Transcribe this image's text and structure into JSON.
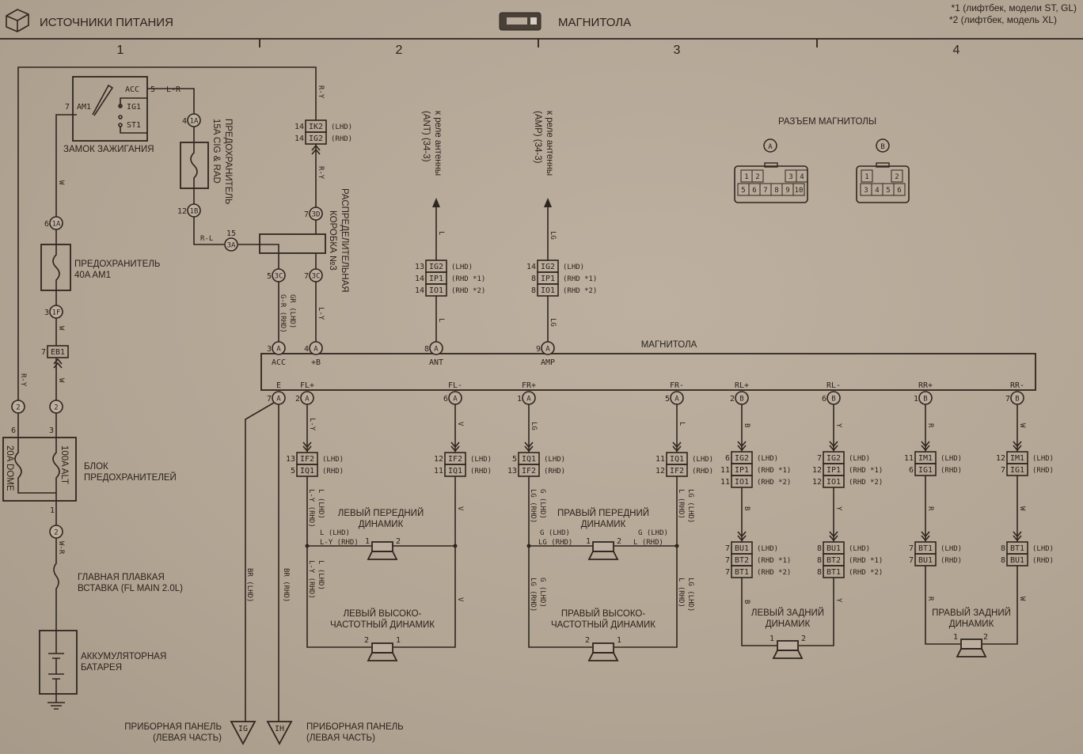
{
  "header": {
    "left_title": "ИСТОЧНИКИ ПИТАНИЯ",
    "center_title": "МАГНИТОЛА",
    "note1": "*1 (лифтбек, модели ST, GL)",
    "note2": "*2 (лифтбек, модель XL)",
    "columns": [
      "1",
      "2",
      "3",
      "4"
    ]
  },
  "labels": {
    "ign_switch": "ЗАМОК ЗАЖИГАНИЯ",
    "sw_acc": "ACC",
    "sw_ig1": "IG1",
    "sw_st1": "ST1",
    "sw_am1": "AM1",
    "sw_pin7": "7",
    "sw_pin5": "5",
    "fuse_am1_1": "ПРЕДОХРАНИТЕЛЬ",
    "fuse_am1_2": "40A AM1",
    "fuse_cig_1": "ПРЕДОХРАНИТЕЛЬ",
    "fuse_cig_2": "15A CIG & RAD",
    "jb_1": "РАСПРЕДЕЛИТЕЛЬНАЯ",
    "jb_2": "КОРОБКА №3",
    "fb_1": "БЛОК",
    "fb_2": "ПРЕДОХРАНИТЕЛЕЙ",
    "fb_dome": "20A DOME",
    "fb_alt": "100A ALT",
    "fb_pin1": "1",
    "fb_pin6": "6",
    "fb_pin3": "3",
    "fl_1": "ГЛАВНАЯ ПЛАВКАЯ",
    "fl_2": "ВСТАВКА (FL MAIN 2.0L)",
    "bat_1": "АККУМУЛЯТОРНАЯ",
    "bat_2": "БАТАРЕЯ",
    "ant_1": "к реле антенны",
    "ant_2": "(ANT) (34-3)",
    "amp_1": "к реле антенны",
    "amp_2": "(AMP) (34-3)",
    "radio": "МАГНИТОЛА",
    "radio_conn": "РАЗЪЕМ МАГНИТОЛЫ",
    "t_acc": "ACC",
    "t_b": "+B",
    "t_ant": "ANT",
    "t_amp": "AMP",
    "t_e": "E",
    "t_flp": "FL+",
    "t_flm": "FL-",
    "t_frp": "FR+",
    "t_frm": "FR-",
    "t_rlp": "RL+",
    "t_rlm": "RL-",
    "t_rrp": "RR+",
    "t_rrm": "RR-",
    "flspk_1": "ЛЕВЫЙ ПЕРЕДНИЙ",
    "flspk_2": "ДИНАМИК",
    "fltw_1": "ЛЕВЫЙ ВЫСОКО-",
    "fltw_2": "ЧАСТОТНЫЙ ДИНАМИК",
    "frspk_1": "ПРАВЫЙ ПЕРЕДНИЙ",
    "frspk_2": "ДИНАМИК",
    "frtw_1": "ПРАВЫЙ ВЫСОКО-",
    "frtw_2": "ЧАСТОТНЫЙ ДИНАМИК",
    "rl_1": "ЛЕВЫЙ ЗАДНИЙ",
    "rl_2": "ДИНАМИК",
    "rr_1": "ПРАВЫЙ ЗАДНИЙ",
    "rr_2": "ДИНАМИК",
    "p1": "1",
    "p2": "2",
    "gnd_1": "ПРИБОРНАЯ ПАНЕЛЬ",
    "gnd_2": "(ЛЕВАЯ ЧАСТЬ)",
    "gnd_ig": "IG",
    "gnd_ih": "IH"
  },
  "wires": {
    "ry": "R-Y",
    "w": "W",
    "wr": "W-R",
    "lr": "L-R",
    "rl": "R-L",
    "gr_lhd": "GR (LHD)",
    "gr_rhd": "G-R (RHD)",
    "ly": "L-Y",
    "l": "L",
    "lg": "LG",
    "v": "V",
    "l_lhd": "L (LHD)",
    "ly_rhd": "L-Y (RHD)",
    "g_lhd": "G (LHD)",
    "lg_rhd": "LG (RHD)",
    "lg_lhd": "LG (LHD)",
    "l_rhd": "L (RHD)",
    "b": "B",
    "y": "Y",
    "r": "R",
    "br_lhd": "BR (LHD)",
    "br_rhd": "BR (RHD)"
  },
  "connectors": {
    "c1a_acc": {
      "pin": "4",
      "id": "1A"
    },
    "c1b": {
      "pin": "12",
      "id": "1B"
    },
    "c3a": {
      "pin": "15",
      "id": "3A"
    },
    "c3d": {
      "pin": "7",
      "id": "3D"
    },
    "c3c_5": {
      "pin": "5",
      "id": "3C"
    },
    "c3c_7": {
      "pin": "7",
      "id": "3C"
    },
    "c1a_am": {
      "pin": "6",
      "id": "1A"
    },
    "c1f": {
      "pin": "3",
      "id": "1F"
    },
    "c2_dome": {
      "id": "2"
    },
    "c2_alt": {
      "id": "2"
    },
    "c2_fl": {
      "id": "2"
    },
    "a_acc": {
      "pin": "3",
      "id": "A"
    },
    "a_b": {
      "pin": "4",
      "id": "A"
    },
    "a_ant": {
      "pin": "8",
      "id": "A"
    },
    "a_amp": {
      "pin": "9",
      "id": "A"
    },
    "a_e": {
      "pin": "7",
      "id": "A"
    },
    "a_flp": {
      "pin": "2",
      "id": "A"
    },
    "a_flm": {
      "pin": "6",
      "id": "A"
    },
    "a_frp": {
      "pin": "1",
      "id": "A"
    },
    "a_frm": {
      "pin": "5",
      "id": "A"
    },
    "b_rlp": {
      "pin": "2",
      "id": "B"
    },
    "b_rlm": {
      "pin": "6",
      "id": "B"
    },
    "b_rrp": {
      "pin": "1",
      "id": "B"
    },
    "b_rrm": {
      "pin": "7",
      "id": "B"
    }
  },
  "stacks": {
    "ik": [
      {
        "pin": "14",
        "code": "IK2",
        "note": "(LHD)"
      },
      {
        "pin": "14",
        "code": "IG2",
        "note": "(RHD)"
      }
    ],
    "eb1": [
      {
        "pin": "7",
        "code": "EB1"
      }
    ],
    "ant": [
      {
        "pin": "13",
        "code": "IG2",
        "note": "(LHD)"
      },
      {
        "pin": "14",
        "code": "IP1",
        "note": "(RHD *1)"
      },
      {
        "pin": "14",
        "code": "IO1",
        "note": "(RHD *2)"
      }
    ],
    "amp": [
      {
        "pin": "14",
        "code": "IG2",
        "note": "(LHD)"
      },
      {
        "pin": "8",
        "code": "IP1",
        "note": "(RHD *1)"
      },
      {
        "pin": "8",
        "code": "IO1",
        "note": "(RHD *2)"
      }
    ],
    "flp": [
      {
        "pin": "13",
        "code": "IF2",
        "note": "(LHD)"
      },
      {
        "pin": "5",
        "code": "IQ1",
        "note": "(RHD)"
      }
    ],
    "flm": [
      {
        "pin": "12",
        "code": "IF2",
        "note": "(LHD)"
      },
      {
        "pin": "11",
        "code": "IQ1",
        "note": "(RHD)"
      }
    ],
    "frp": [
      {
        "pin": "5",
        "code": "IQ1",
        "note": "(LHD)"
      },
      {
        "pin": "13",
        "code": "IF2",
        "note": "(RHD)"
      }
    ],
    "frm": [
      {
        "pin": "11",
        "code": "IQ1",
        "note": "(LHD)"
      },
      {
        "pin": "12",
        "code": "IF2",
        "note": "(RHD)"
      }
    ],
    "rlp": [
      {
        "pin": "6",
        "code": "IG2",
        "note": "(LHD)"
      },
      {
        "pin": "11",
        "code": "IP1",
        "note": "(RHD *1)"
      },
      {
        "pin": "11",
        "code": "IO1",
        "note": "(RHD *2)"
      }
    ],
    "rlm": [
      {
        "pin": "7",
        "code": "IG2",
        "note": "(LHD)"
      },
      {
        "pin": "12",
        "code": "IP1",
        "note": "(RHD *1)"
      },
      {
        "pin": "12",
        "code": "IO1",
        "note": "(RHD *2)"
      }
    ],
    "rrp": [
      {
        "pin": "11",
        "code": "IM1",
        "note": "(LHD)"
      },
      {
        "pin": "6",
        "code": "IG1",
        "note": "(RHD)"
      }
    ],
    "rrm": [
      {
        "pin": "12",
        "code": "IM1",
        "note": "(LHD)"
      },
      {
        "pin": "7",
        "code": "IG1",
        "note": "(RHD)"
      }
    ],
    "rlp2": [
      {
        "pin": "7",
        "code": "BU1",
        "note": "(LHD)"
      },
      {
        "pin": "7",
        "code": "BT2",
        "note": "(RHD *1)"
      },
      {
        "pin": "7",
        "code": "BT1",
        "note": "(RHD *2)"
      }
    ],
    "rlm2": [
      {
        "pin": "8",
        "code": "BU1",
        "note": "(LHD)"
      },
      {
        "pin": "8",
        "code": "BT2",
        "note": "(RHD *1)"
      },
      {
        "pin": "8",
        "code": "BT1",
        "note": "(RHD *2)"
      }
    ],
    "rrp2": [
      {
        "pin": "7",
        "code": "BT1",
        "note": "(LHD)"
      },
      {
        "pin": "7",
        "code": "BU1",
        "note": "(RHD)"
      }
    ],
    "rrm2": [
      {
        "pin": "8",
        "code": "BT1",
        "note": "(LHD)"
      },
      {
        "pin": "8",
        "code": "BU1",
        "note": "(RHD)"
      }
    ]
  },
  "plugs": {
    "a": {
      "id": "A",
      "top": [
        "1",
        "2",
        "3",
        "4"
      ],
      "bottom": [
        "5",
        "6",
        "7",
        "8",
        "9",
        "10"
      ]
    },
    "b": {
      "id": "B",
      "top": [
        "1",
        "2"
      ],
      "bottom": [
        "3",
        "4",
        "5",
        "6"
      ]
    }
  }
}
